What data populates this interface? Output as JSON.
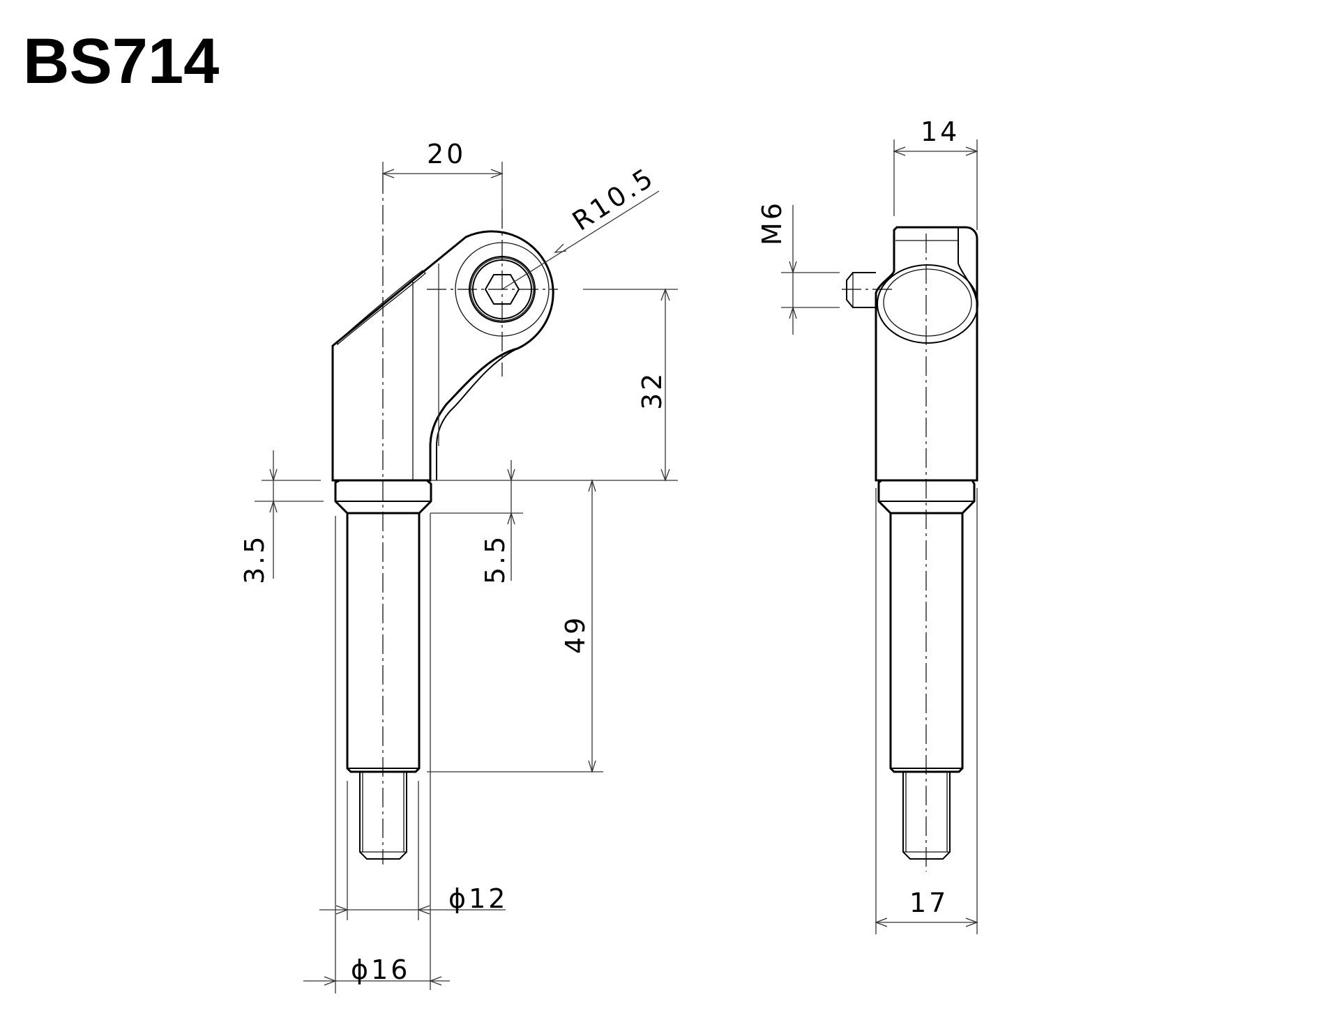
{
  "title": "BS714",
  "front_view": {
    "dimensions": {
      "width_20": "20",
      "radius": "R10.5",
      "height_32": "32",
      "collar_3_5": "3.5",
      "chamfer_5_5": "5.5",
      "shaft_49": "49",
      "dia_12": "ϕ12",
      "dia_16": "ϕ16"
    }
  },
  "side_view": {
    "dimensions": {
      "width_14": "14",
      "thread_m6": "M6",
      "width_17": "17"
    }
  },
  "colors": {
    "line": "#000000",
    "background": "#ffffff"
  }
}
